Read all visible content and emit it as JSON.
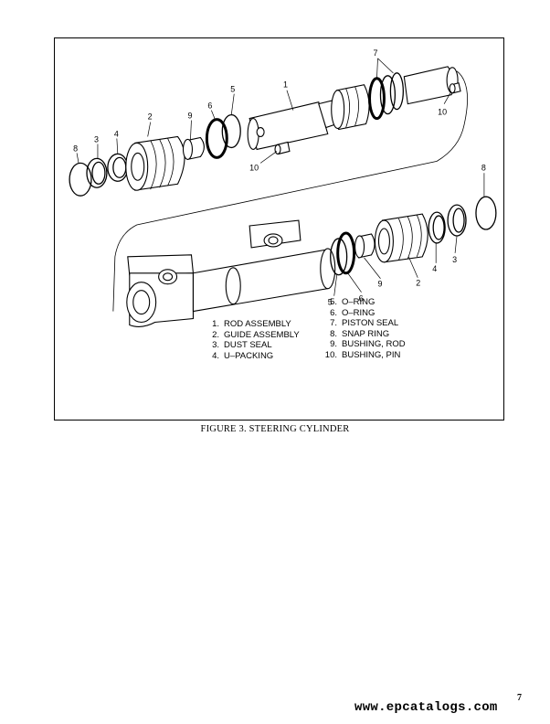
{
  "figure": {
    "caption": "FIGURE 3. STEERING CYLINDER",
    "callouts": {
      "c1": "1",
      "c2a": "2",
      "c2b": "2",
      "c3a": "3",
      "c3b": "3",
      "c4a": "4",
      "c4b": "4",
      "c5a": "5",
      "c5b": "5",
      "c6a": "6",
      "c6b": "6",
      "c7": "7",
      "c8a": "8",
      "c8b": "8",
      "c9a": "9",
      "c9b": "9",
      "c10a": "10",
      "c10b": "10"
    },
    "legend_left": [
      {
        "num": "1.",
        "label": "ROD ASSEMBLY"
      },
      {
        "num": "2.",
        "label": "GUIDE ASSEMBLY"
      },
      {
        "num": "3.",
        "label": "DUST SEAL"
      },
      {
        "num": "4.",
        "label": "U–PACKING"
      }
    ],
    "legend_right": [
      {
        "num": "5.",
        "label": "O–RING"
      },
      {
        "num": "6.",
        "label": "O–RING"
      },
      {
        "num": "7.",
        "label": "PISTON SEAL"
      },
      {
        "num": "8.",
        "label": "SNAP RING"
      },
      {
        "num": "9.",
        "label": "BUSHING, ROD"
      },
      {
        "num": "10.",
        "label": "BUSHING, PIN"
      }
    ]
  },
  "page_number": "7",
  "watermark": "www.epcatalogs.com"
}
